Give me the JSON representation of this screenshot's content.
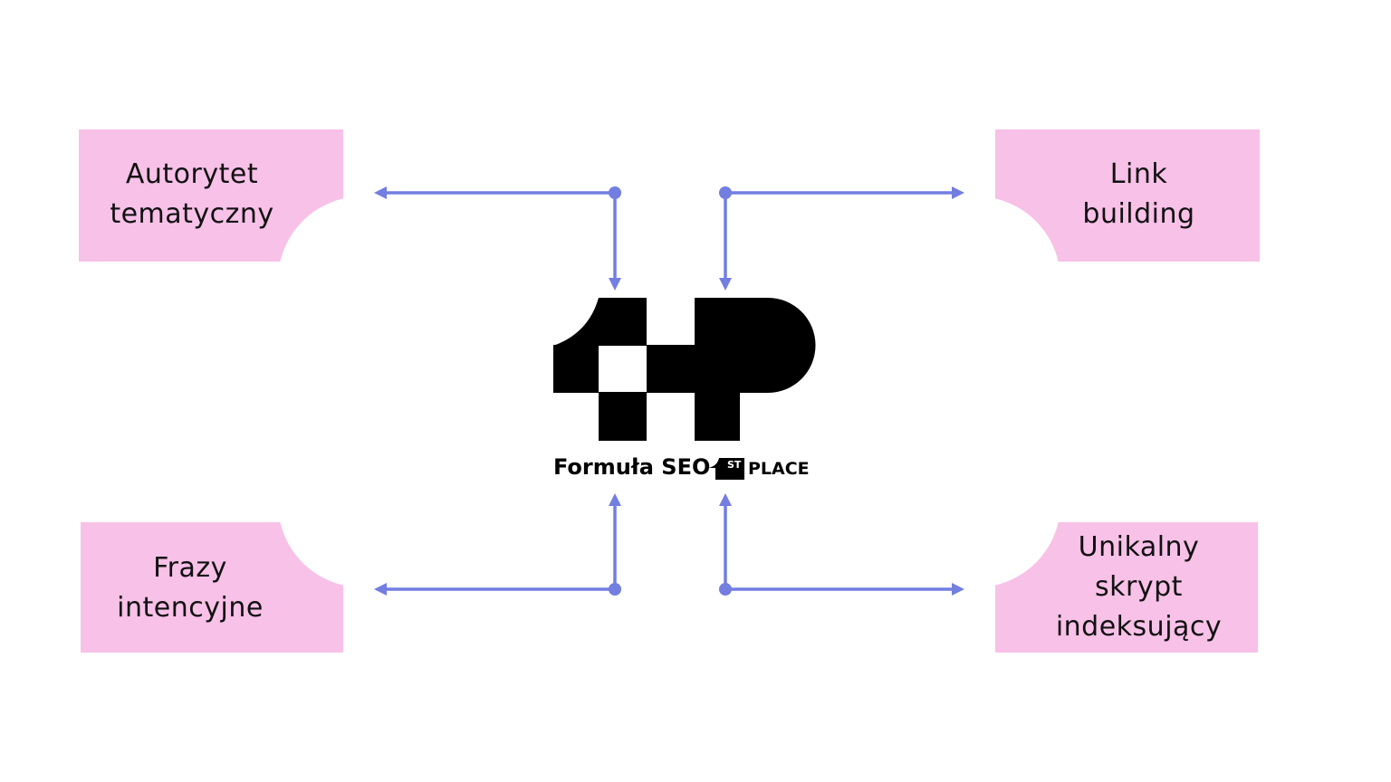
{
  "boxes": {
    "top_left": "Autorytet tematyczny",
    "top_right": "Link building",
    "bottom_left": "Frazy intencyjne",
    "bottom_right": "Unikalny skrypt indeksujący"
  },
  "logo": {
    "brand": "Formuła SEO",
    "badge": "ST",
    "place": "PLACE"
  },
  "colors": {
    "box": "#f8c1e8",
    "arrow": "#727ee0",
    "logo": "#000000"
  }
}
